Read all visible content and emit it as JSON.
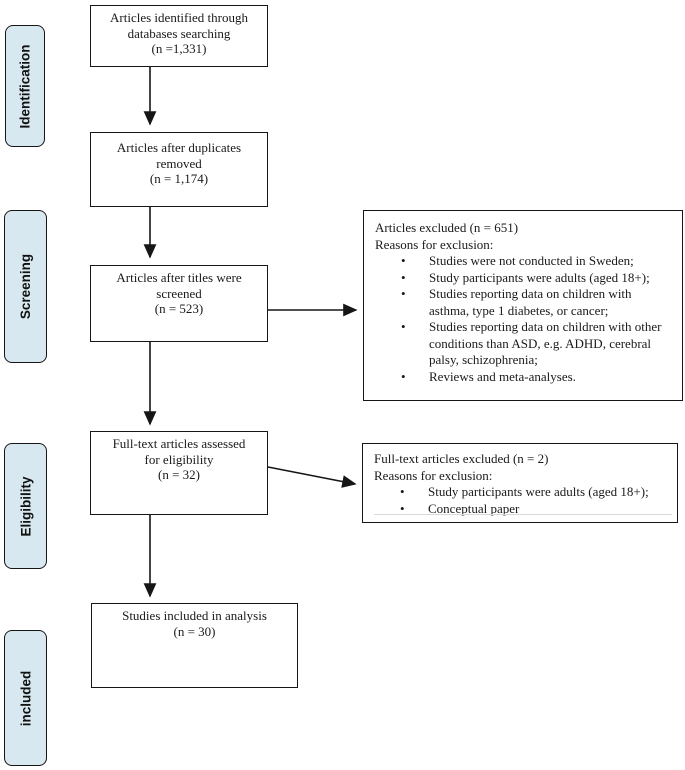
{
  "bullet_char": "•",
  "colors": {
    "stage_fill": "#d7e8f0",
    "stage_border": "#161616",
    "box_border": "#161616",
    "text": "#1a1a1a",
    "background": "#ffffff"
  },
  "stage_labels": [
    {
      "label": "Identification"
    },
    {
      "label": "Screening"
    },
    {
      "label": "Eligibility"
    },
    {
      "label": "included"
    }
  ],
  "flow_boxes": [
    {
      "lines": [
        "Articles identified through",
        "databases searching",
        "(n =1,331)"
      ]
    },
    {
      "lines": [
        "Articles after duplicates",
        "removed",
        "(n = 1,174)"
      ]
    },
    {
      "lines": [
        "Articles after titles were",
        "screened",
        "(n = 523)"
      ]
    },
    {
      "lines": [
        "Full-text articles assessed",
        "for eligibility",
        "(n = 32)"
      ]
    },
    {
      "lines": [
        "Studies included in analysis",
        "(n = 30)"
      ]
    }
  ],
  "exclusion_boxes": [
    {
      "title": "Articles excluded (n = 651)",
      "subtitle": "Reasons for exclusion:",
      "bullets": [
        "Studies were not conducted in Sweden;",
        "Study participants were adults (aged 18+);",
        "Studies reporting data on children with asthma, type 1 diabetes, or cancer;",
        "Studies reporting data on children with other conditions than ASD, e.g. ADHD, cerebral palsy, schizophrenia;",
        "Reviews and meta-analyses."
      ]
    },
    {
      "title": "Full-text articles excluded (n = 2)",
      "subtitle": "Reasons for exclusion:",
      "bullets": [
        "Study participants were adults (aged 18+);",
        "Conceptual paper"
      ]
    }
  ]
}
